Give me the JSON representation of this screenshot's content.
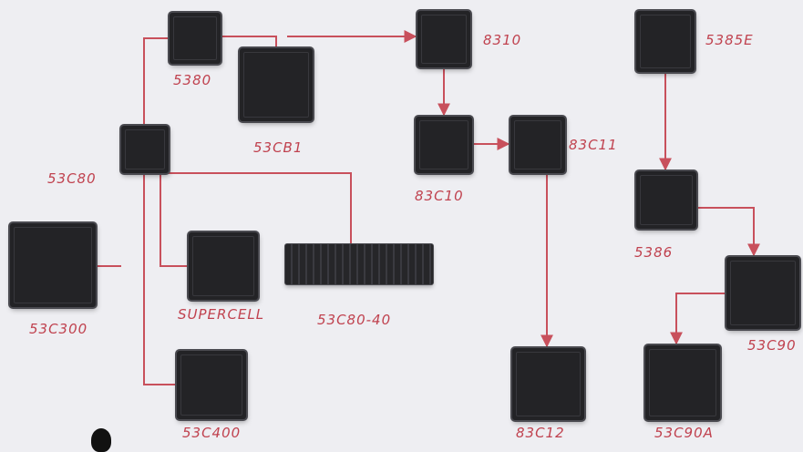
{
  "accent_color": "#c8505c",
  "chip_color": "#232326",
  "background_color": "#eeeef2",
  "chips": [
    {
      "id": "5380",
      "label": "5380"
    },
    {
      "id": "53CB1",
      "label": "53CB1"
    },
    {
      "id": "53C80",
      "label": "53C80"
    },
    {
      "id": "53C300",
      "label": "53C300"
    },
    {
      "id": "SUPERCELL",
      "label": "SUPERCELL"
    },
    {
      "id": "53C80-40",
      "label": "53C80-40"
    },
    {
      "id": "53C400",
      "label": "53C400"
    },
    {
      "id": "8310",
      "label": "8310"
    },
    {
      "id": "83C10",
      "label": "83C10"
    },
    {
      "id": "83C11",
      "label": "83C11"
    },
    {
      "id": "83C12",
      "label": "83C12"
    },
    {
      "id": "5385E",
      "label": "5385E"
    },
    {
      "id": "5386",
      "label": "5386"
    },
    {
      "id": "53C90",
      "label": "53C90"
    },
    {
      "id": "53C90A",
      "label": "53C90A"
    }
  ],
  "connections": [
    {
      "from": "53C80",
      "to": "5380",
      "arrow": false
    },
    {
      "from": "5380",
      "to": "53CB1",
      "arrow": false
    },
    {
      "from": "5380",
      "to": "8310",
      "arrow": true
    },
    {
      "from": "8310",
      "to": "83C10",
      "arrow": true
    },
    {
      "from": "83C10",
      "to": "83C11",
      "arrow": true
    },
    {
      "from": "83C11",
      "to": "83C12",
      "arrow": true
    },
    {
      "from": "53C80",
      "to": "53C300",
      "arrow": false
    },
    {
      "from": "53C80",
      "to": "SUPERCELL",
      "arrow": false
    },
    {
      "from": "53C80",
      "to": "53C80-40",
      "arrow": false
    },
    {
      "from": "53C80",
      "to": "53C400",
      "arrow": false
    },
    {
      "from": "5385E",
      "to": "5386",
      "arrow": true
    },
    {
      "from": "5386",
      "to": "53C90",
      "arrow": true
    },
    {
      "from": "53C90",
      "to": "53C90A",
      "arrow": true
    }
  ]
}
